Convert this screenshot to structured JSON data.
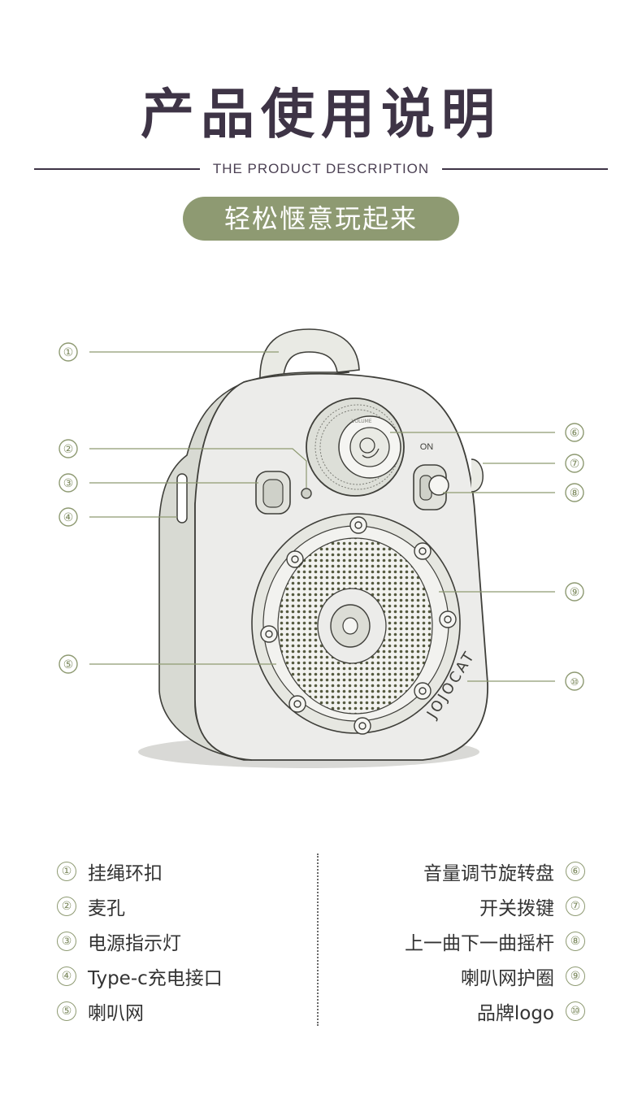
{
  "header": {
    "title": "产品使用说明",
    "subtitle": "THE PRODUCT DESCRIPTION",
    "tagline": "轻松惬意玩起来"
  },
  "device": {
    "on_label": "ON",
    "brand_logo": "JOJOCAT",
    "knob_label": "VOLUME"
  },
  "callouts": [
    "①",
    "②",
    "③",
    "④",
    "⑤",
    "⑥",
    "⑦",
    "⑧",
    "⑨",
    "⑩"
  ],
  "legend": {
    "left": [
      {
        "num": "①",
        "text": "挂绳环扣"
      },
      {
        "num": "②",
        "text": "麦孔"
      },
      {
        "num": "③",
        "text": "电源指示灯"
      },
      {
        "num": "④",
        "text": "Type-c充电接口"
      },
      {
        "num": "⑤",
        "text": "喇叭网"
      }
    ],
    "right": [
      {
        "num": "⑥",
        "text": "音量调节旋转盘"
      },
      {
        "num": "⑦",
        "text": "开关拨键"
      },
      {
        "num": "⑧",
        "text": "上一曲下一曲摇杆"
      },
      {
        "num": "⑨",
        "text": "喇叭网护圈"
      },
      {
        "num": "⑩",
        "text": "品牌logo"
      }
    ]
  },
  "colors": {
    "title": "#3e3446",
    "accent_green": "#8e9a72",
    "device_body": "#e9eae4",
    "device_stroke": "#3f3f3a",
    "grille": "#555a40"
  }
}
